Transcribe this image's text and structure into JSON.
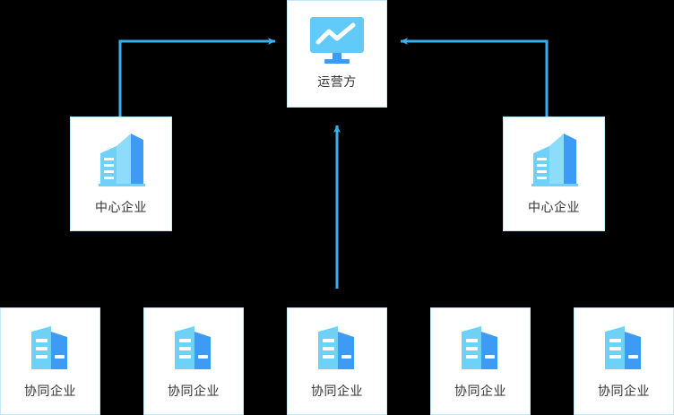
{
  "diagram": {
    "title": "",
    "background_color": "#000000",
    "card_background": "#ffffff",
    "card_border_color": "#c3e9fd",
    "label_color": "#333333",
    "arrow_color": "#38b0f0",
    "icon_colors": {
      "light": "#6fd0f8",
      "mid": "#8ddcfb",
      "dark": "#3d9bf5",
      "accent": "#49c0f8"
    },
    "nodes": {
      "operator": {
        "label": "运营方",
        "icon": "monitor-chart-icon"
      },
      "center_left": {
        "label": "中心企业",
        "icon": "office-towers-icon"
      },
      "center_right": {
        "label": "中心企业",
        "icon": "office-towers-icon"
      },
      "collaborators": [
        {
          "label": "协同企业",
          "icon": "office-building-icon"
        },
        {
          "label": "协同企业",
          "icon": "office-building-icon"
        },
        {
          "label": "协同企业",
          "icon": "office-building-icon"
        },
        {
          "label": "协同企业",
          "icon": "office-building-icon"
        },
        {
          "label": "协同企业",
          "icon": "office-building-icon"
        }
      ]
    },
    "connectors": [
      {
        "name": "center-left-to-operator",
        "from": "center_left",
        "to": "operator",
        "direction": "right",
        "style": "elbow-up-right"
      },
      {
        "name": "center-right-to-operator",
        "from": "center_right",
        "to": "operator",
        "direction": "left",
        "style": "elbow-up-left"
      },
      {
        "name": "collaborator-middle-to-operator",
        "from": "collaborators.2",
        "to": "operator",
        "direction": "up",
        "style": "straight-vertical"
      }
    ]
  }
}
